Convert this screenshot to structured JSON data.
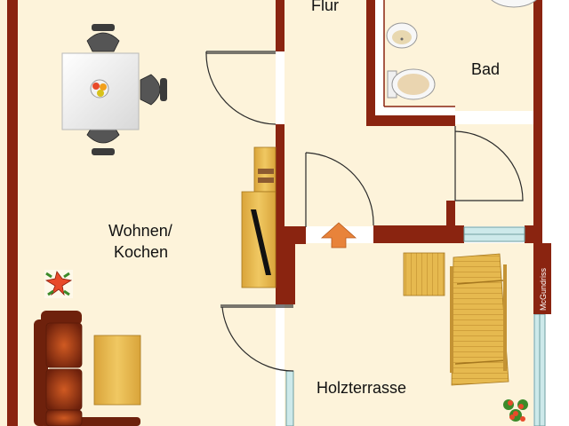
{
  "rooms": {
    "flur": "Flur",
    "bad": "Bad",
    "wohnen_line1": "Wohnen/",
    "wohnen_line2": "Kochen",
    "terrasse": "Holzterrasse"
  },
  "watermark": "McGundriss",
  "colors": {
    "wall": "#8a2410",
    "floor": "#fdf3da",
    "window": "#cde9ea",
    "wood": "#e3b64c",
    "sofa": "#a8401a",
    "chair": "#3b3b3b",
    "arrow": "#e8833a"
  }
}
